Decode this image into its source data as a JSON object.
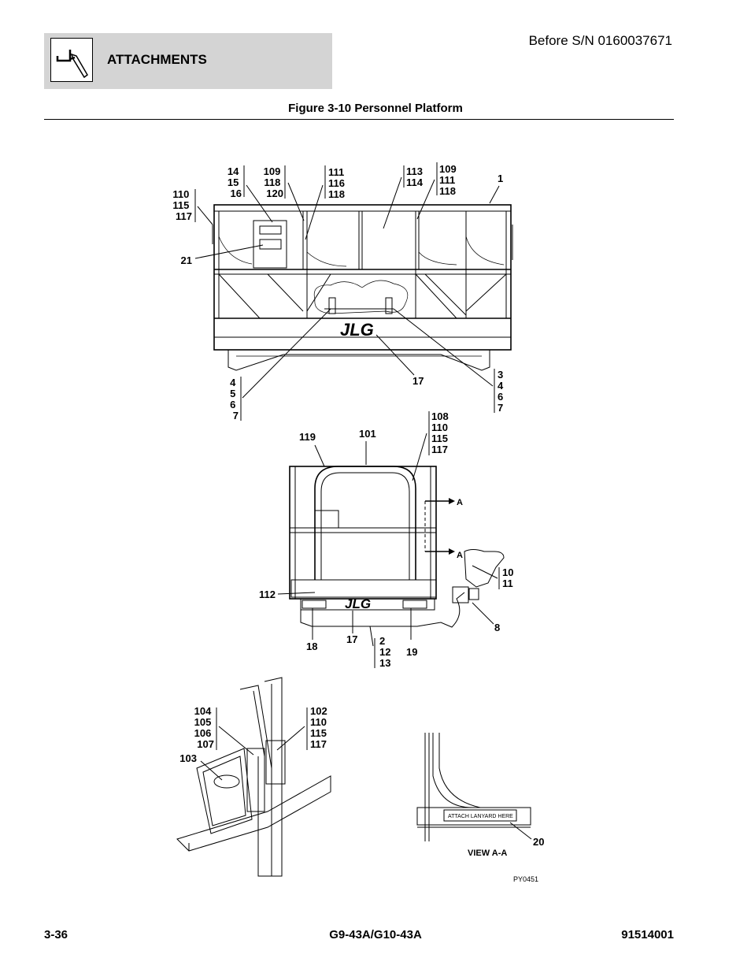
{
  "header": {
    "section_title": "ATTACHMENTS",
    "serial_note": "Before S/N 0160037671",
    "icon": "wrench-attachment-icon"
  },
  "figure": {
    "title": "Figure 3-10 Personnel Platform",
    "drawing_code": "PY0451",
    "view_label": "VIEW A-A",
    "decal_text": "ATTACH LANYARD HERE",
    "logo_text": "JLG",
    "section_marker": "A"
  },
  "callouts": {
    "c1": [
      "14",
      "15",
      "16"
    ],
    "c2": [
      "109",
      "118",
      "120"
    ],
    "c3": [
      "111",
      "116",
      "118"
    ],
    "c4": [
      "113",
      "114"
    ],
    "c5": [
      "109",
      "111",
      "118"
    ],
    "c6": [
      "1"
    ],
    "c7": [
      "110",
      "115",
      "117"
    ],
    "c8": [
      "21"
    ],
    "c9": [
      "4",
      "5",
      "6",
      "7"
    ],
    "c10": [
      "17"
    ],
    "c11": [
      "3",
      "4",
      "6",
      "7"
    ],
    "c12": [
      "119"
    ],
    "c13": [
      "101"
    ],
    "c14": [
      "108",
      "110",
      "115",
      "117"
    ],
    "c15": [
      "10",
      "11"
    ],
    "c16": [
      "112"
    ],
    "c17": [
      "8"
    ],
    "c18": [
      "18"
    ],
    "c19": [
      "17"
    ],
    "c20": [
      "2",
      "12",
      "13"
    ],
    "c21": [
      "19"
    ],
    "c22": [
      "104",
      "105",
      "106",
      "107"
    ],
    "c23": [
      "103"
    ],
    "c24": [
      "102",
      "110",
      "115",
      "117"
    ],
    "c25": [
      "20"
    ]
  },
  "footer": {
    "page_number": "3-36",
    "model": "G9-43A/G10-43A",
    "part_number": "91514001"
  }
}
